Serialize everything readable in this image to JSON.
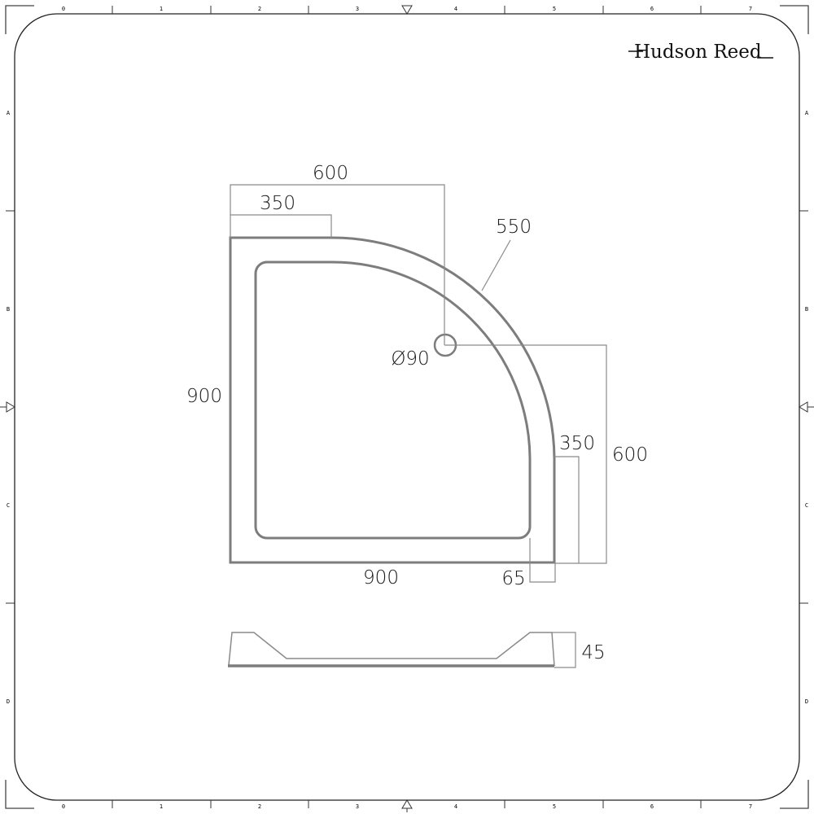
{
  "title_block": {
    "brand": "Hudson Reed"
  },
  "frame": {
    "column_labels": [
      "0",
      "1",
      "2",
      "3",
      "4",
      "5",
      "6",
      "7"
    ],
    "row_labels": [
      "A",
      "B",
      "C",
      "D"
    ]
  },
  "plan_view": {
    "dims": {
      "top_overall": "600",
      "top_straight": "350",
      "radius": "550",
      "waste": "Ø90",
      "left_depth": "900",
      "bottom_width": "900",
      "right_straight": "350",
      "right_overall": "600",
      "rim_width": "65"
    }
  },
  "side_view": {
    "dims": {
      "height": "45"
    }
  },
  "colors": {
    "tray_outline": "#7d7d7d",
    "dimension_lines": "#8a8a8a",
    "frame": "#222222",
    "background": "#ffffff"
  }
}
